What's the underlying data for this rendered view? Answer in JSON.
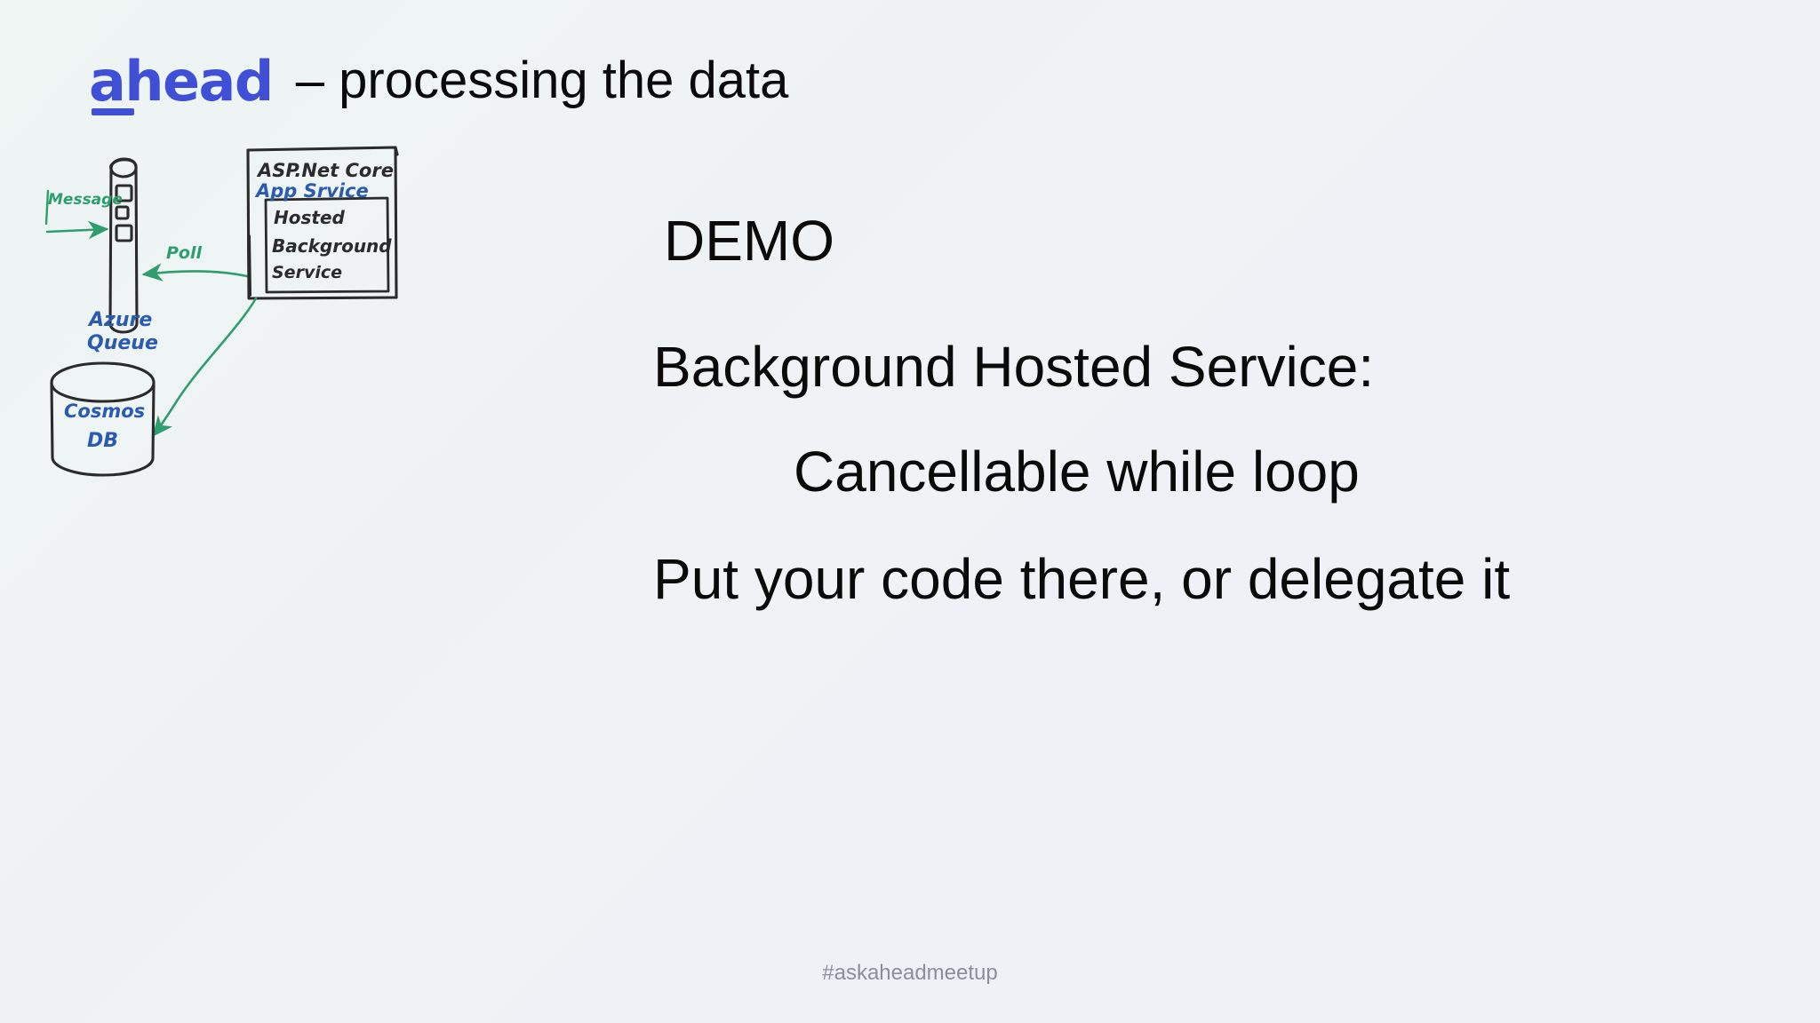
{
  "header": {
    "logo_text": "ahead",
    "logo_color": "#3f4fd6",
    "title": "– processing the data"
  },
  "diagram": {
    "name": "hand-drawn-architecture-sketch",
    "ink_black": "#2b2b2b",
    "ink_blue": "#2a5bb0",
    "ink_green": "#2f9e6e",
    "queue": {
      "label_line1": "Azure",
      "label_line2": "Queue",
      "message_count": 3
    },
    "arrows": {
      "message_label": "Message",
      "poll_label": "Poll"
    },
    "app_service": {
      "title_line1": "ASP.Net Core",
      "title_line2": "App Srvice",
      "inner_box": {
        "line1": "Hosted",
        "line2": "Background",
        "line3": "Service"
      }
    },
    "database": {
      "label_line1": "Cosmos",
      "label_line2": "DB"
    }
  },
  "body": {
    "demo": "DEMO",
    "background_hosted_service": "Background Hosted Service:",
    "cancellable_while_loop": "Cancellable while loop",
    "put_your_code": "Put your code there, or delegate it"
  },
  "footer": {
    "hashtag": "#askaheadmeetup",
    "color": "#8a8f9c"
  }
}
